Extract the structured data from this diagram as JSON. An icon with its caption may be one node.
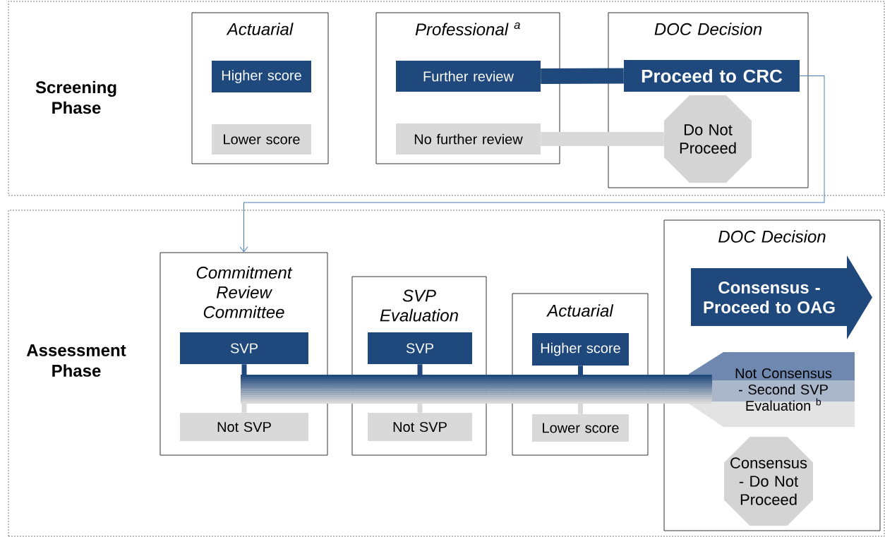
{
  "diagram": {
    "nodes": [
      {
        "text": [
          "Screening Phase"
        ]
      },
      {
        "text": [
          "Actuarial"
        ],
        "in": 0
      },
      {
        "text": [
          "Higher score"
        ],
        "in": 1
      },
      {
        "text": [
          "Lower score"
        ],
        "in": 1
      },
      {
        "text": [
          "Professional $^{a}$"
        ],
        "in": 0
      },
      {
        "text": [
          "Further review"
        ],
        "in": 4
      },
      {
        "text": [
          "No further review"
        ],
        "in": 4
      },
      {
        "text": [
          "DOC Decision"
        ],
        "in": 0
      },
      {
        "text": [
          "Proceed to CRC"
        ],
        "in": 7
      },
      {
        "text": [
          "Do Not Proceed"
        ],
        "in": 7
      },
      {
        "text": [
          "Assessment Phase"
        ]
      },
      {
        "text": [
          "Commitment Review Committee"
        ],
        "in": 10
      },
      {
        "text": [
          "SVP"
        ],
        "in": 11
      },
      {
        "text": [
          "Not SVP"
        ],
        "in": 11
      },
      {
        "text": [
          "SVP Evaluation"
        ],
        "in": 10
      },
      {
        "text": [
          "SVP"
        ],
        "in": 14
      },
      {
        "text": [
          "Not SVP"
        ],
        "in": 14
      },
      {
        "text": [
          "Actuarial"
        ],
        "in": 10
      },
      {
        "text": [
          "Higher score"
        ],
        "in": 17
      },
      {
        "text": [
          "Lower score"
        ],
        "in": 17
      },
      {
        "text": [
          "DOC Decision"
        ],
        "in": 10
      },
      {
        "text": [
          "Consensus - Proceed to OAG"
        ],
        "in": 20
      },
      {
        "text": [
          "Not Consensus - Second SVP Evaluation $^{b}$"
        ],
        "in": 20
      },
      {
        "text": [
          "Consensus - Do Not Proceed"
        ],
        "in": 20
      }
    ],
    "edges": [
      {
        "from": 5,
        "to": 8,
        "arrow": "none",
        "style": "thick",
        "color": "#1f497d"
      },
      {
        "from": 6,
        "to": 9,
        "arrow": "none",
        "style": "thick",
        "color": "#d9d9d9"
      },
      {
        "from": 8,
        "to": 11,
        "arrow": "to",
        "color": "#4a7ebb"
      },
      {
        "from": 12,
        "to": 22,
        "arrow": "none",
        "color": "#1f497d"
      },
      {
        "from": 13,
        "to": 22,
        "arrow": "none",
        "color": "#d9d9d9"
      },
      {
        "from": 15,
        "to": 22,
        "arrow": "none",
        "color": "#1f497d"
      },
      {
        "from": 16,
        "to": 22,
        "arrow": "none",
        "color": "#d9d9d9"
      },
      {
        "from": 18,
        "to": 22,
        "arrow": "none",
        "color": "#1f497d"
      },
      {
        "from": 19,
        "to": 22,
        "arrow": "none",
        "color": "#d9d9d9"
      }
    ]
  }
}
